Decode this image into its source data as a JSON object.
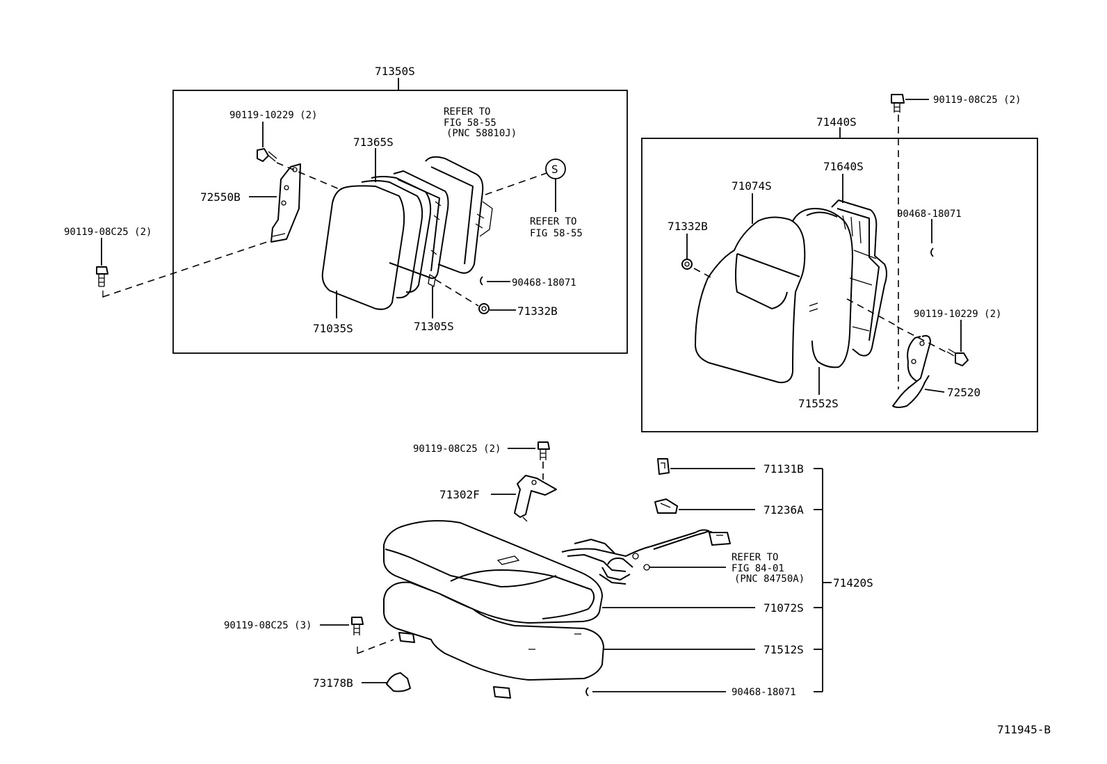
{
  "figure_id": "711945-B",
  "groups": {
    "rear_seatback_assy": "71350S",
    "front_seatback_assy": "71440S",
    "seat_cushion_assy": "71420S"
  },
  "labels": {
    "p71365S": "71365S",
    "p90119_10229_a": "90119-10229 (2)",
    "p72550B": "72550B",
    "p90119_08C25_a": "90119-08C25 (2)",
    "p71035S": "71035S",
    "p71305S": "71305S",
    "p90468_18071_a": "90468-18071",
    "p71332B_a": "71332B",
    "refer_a_1": "REFER TO",
    "refer_a_2": "FIG 58-55",
    "refer_a_3": "(PNC 58810J)",
    "refer_b_1": "REFER TO",
    "refer_b_2": "FIG 58-55",
    "s_mark": "S",
    "p90119_08C25_b": "90119-08C25 (2)",
    "p71074S": "71074S",
    "p71640S": "71640S",
    "p71332B_b": "71332B",
    "p90468_18071_b": "90468-18071",
    "p90119_10229_b": "90119-10229 (2)",
    "p72520": "72520",
    "p71552S": "71552S",
    "p90119_08C25_c": "90119-08C25 (2)",
    "p71302F": "71302F",
    "p71131B": "71131B",
    "p71236A": "71236A",
    "refer_c_1": "REFER TO",
    "refer_c_2": "FIG 84-01",
    "refer_c_3": "(PNC 84750A)",
    "p71072S": "71072S",
    "p71512S": "71512S",
    "p90119_08C25_d": "90119-08C25 (3)",
    "p73178B": "73178B",
    "p90468_18071_c": "90468-18071"
  }
}
